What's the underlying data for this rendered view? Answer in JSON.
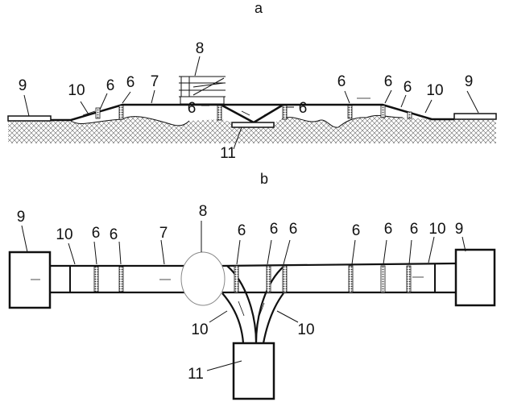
{
  "panel_a": {
    "title": "a",
    "labels": [
      "9",
      "10",
      "6",
      "6",
      "7",
      "8",
      "6",
      "6",
      "11",
      "6",
      "6",
      "6",
      "10",
      "9"
    ]
  },
  "panel_b": {
    "title": "b",
    "labels": [
      "9",
      "10",
      "6",
      "6",
      "7",
      "8",
      "6",
      "6",
      "6",
      "6",
      "6",
      "6",
      "10",
      "9",
      "10",
      "10",
      "11"
    ]
  },
  "colors": {
    "line": "#111111",
    "ground": "#555555",
    "circle": "#888888"
  }
}
